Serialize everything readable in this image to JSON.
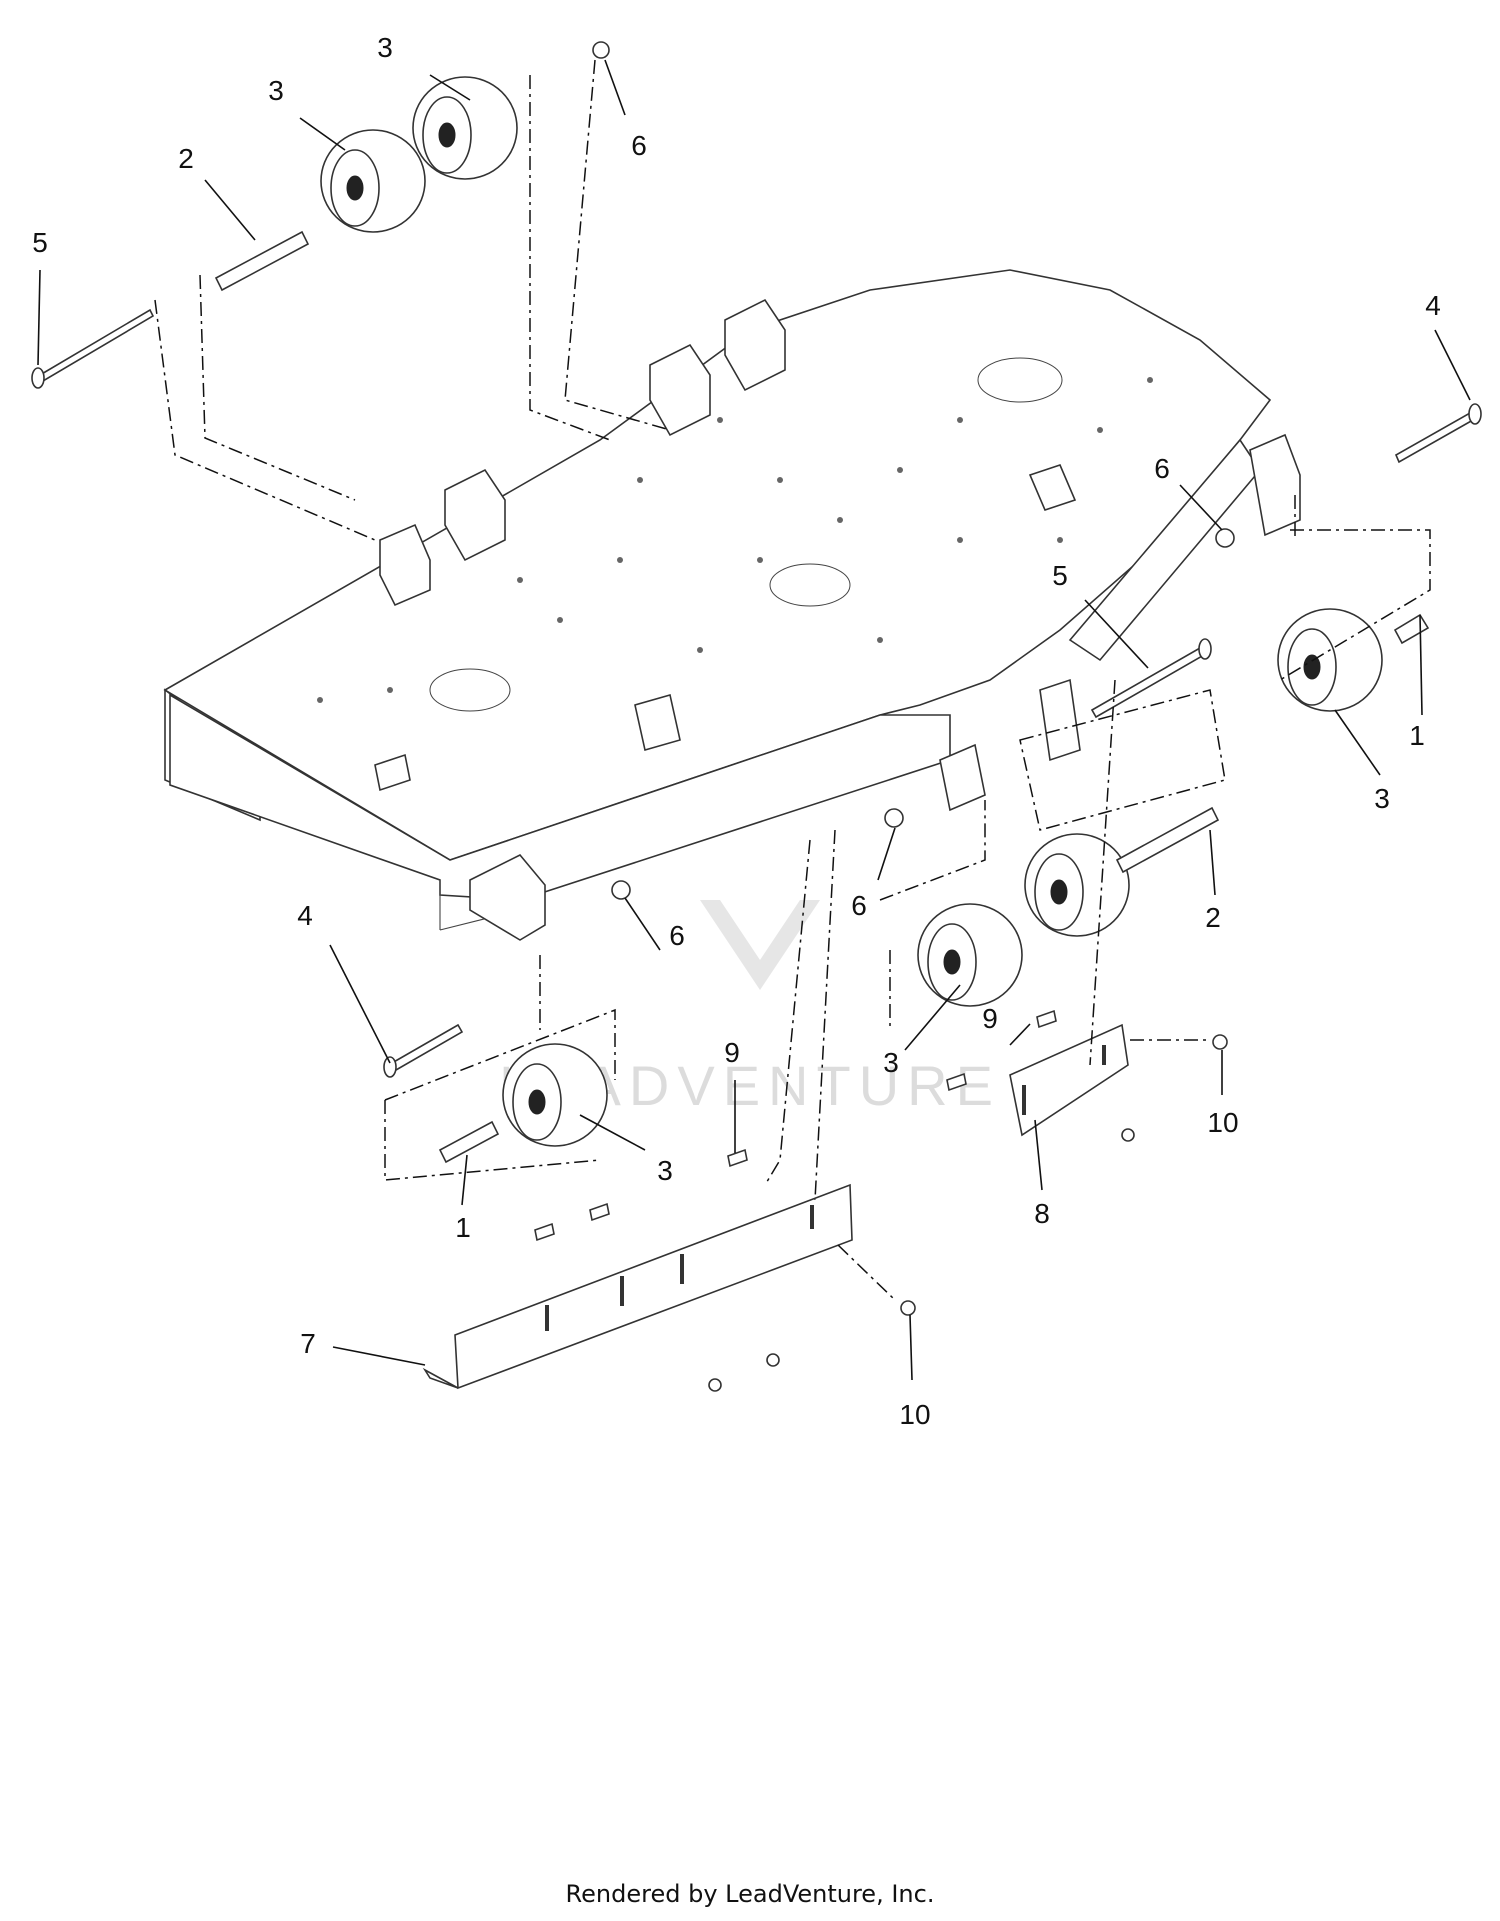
{
  "diagram": {
    "callouts": [
      {
        "id": "c1",
        "text": "3"
      },
      {
        "id": "c2",
        "text": "3"
      },
      {
        "id": "c3",
        "text": "2"
      },
      {
        "id": "c4",
        "text": "5"
      },
      {
        "id": "c5",
        "text": "6"
      },
      {
        "id": "c6",
        "text": "4"
      },
      {
        "id": "c7",
        "text": "6"
      },
      {
        "id": "c8",
        "text": "5"
      },
      {
        "id": "c9",
        "text": "1"
      },
      {
        "id": "c10",
        "text": "3"
      },
      {
        "id": "c11",
        "text": "2"
      },
      {
        "id": "c12",
        "text": "6"
      },
      {
        "id": "c13",
        "text": "4"
      },
      {
        "id": "c14",
        "text": "6"
      },
      {
        "id": "c15",
        "text": "9"
      },
      {
        "id": "c16",
        "text": "3"
      },
      {
        "id": "c17",
        "text": "9"
      },
      {
        "id": "c18",
        "text": "10"
      },
      {
        "id": "c19",
        "text": "8"
      },
      {
        "id": "c20",
        "text": "3"
      },
      {
        "id": "c21",
        "text": "1"
      },
      {
        "id": "c22",
        "text": "7"
      },
      {
        "id": "c23",
        "text": "10"
      }
    ],
    "watermark": "LEADVENTURE"
  },
  "footer": {
    "text": "Rendered by LeadVenture, Inc."
  }
}
